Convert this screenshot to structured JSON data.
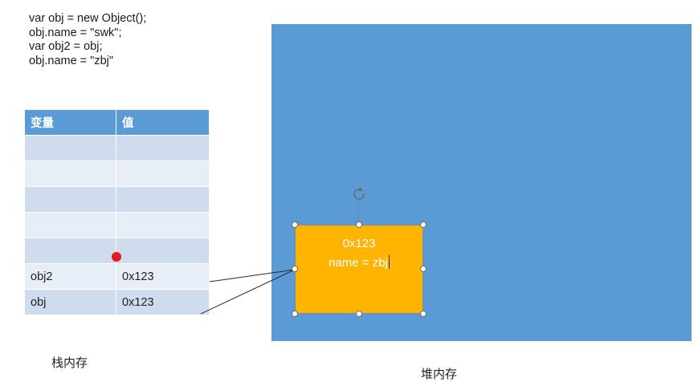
{
  "code": {
    "lines": [
      "var obj = new Object();",
      "obj.name = \"swk\";",
      "var obj2 = obj;",
      "obj.name = \"zbj\""
    ]
  },
  "stack_table": {
    "headers": [
      "变量",
      "值"
    ],
    "rows": [
      [
        "",
        ""
      ],
      [
        "",
        ""
      ],
      [
        "",
        ""
      ],
      [
        "",
        ""
      ],
      [
        "",
        ""
      ],
      [
        "obj2",
        "0x123"
      ],
      [
        "obj",
        "0x123"
      ]
    ]
  },
  "labels": {
    "stack": "栈内存",
    "heap": "堆内存"
  },
  "heap_object": {
    "address": "0x123",
    "property": "name = zbj"
  },
  "colors": {
    "heap": "#5b9bd5",
    "table_header": "#5b9bd5",
    "object_box": "#ffb400",
    "marker_dot": "#e21c1c"
  }
}
